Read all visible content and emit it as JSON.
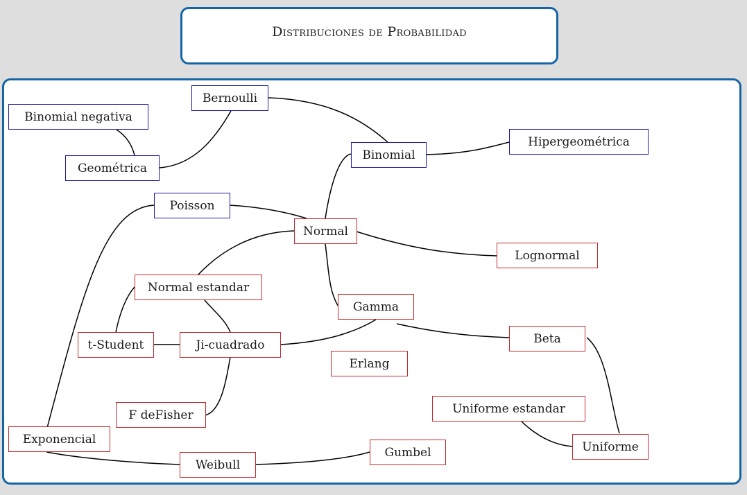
{
  "title": "Distribuciones de Probabilidad",
  "colors": {
    "frame": "#1565a6",
    "discrete": "#1a1aa0",
    "continuous": "#c0282a"
  },
  "nodes": {
    "bernoulli": "Bernoulli",
    "binomial_negativa": "Binomial negativa",
    "geometrica": "Geométrica",
    "binomial": "Binomial",
    "hipergeometrica": "Hipergeométrica",
    "poisson": "Poisson",
    "normal": "Normal",
    "lognormal": "Lognormal",
    "normal_estandar": "Normal estandar",
    "gamma": "Gamma",
    "t_student": "t-Student",
    "ji_cuadrado": "Ji-cuadrado",
    "beta": "Beta",
    "erlang": "Erlang",
    "uniforme_estandar": "Uniforme estandar",
    "f_defisher": "F deFisher",
    "exponencial": "Exponencial",
    "uniforme": "Uniforme",
    "gumbel": "Gumbel",
    "weibull": "Weibull"
  },
  "edges": [
    [
      "binomial_negativa",
      "geometrica"
    ],
    [
      "geometrica",
      "bernoulli"
    ],
    [
      "bernoulli",
      "binomial"
    ],
    [
      "binomial",
      "hipergeometrica"
    ],
    [
      "binomial",
      "normal"
    ],
    [
      "poisson",
      "normal"
    ],
    [
      "poisson",
      "exponencial"
    ],
    [
      "normal",
      "lognormal"
    ],
    [
      "normal",
      "normal_estandar"
    ],
    [
      "normal",
      "gamma"
    ],
    [
      "normal_estandar",
      "t_student"
    ],
    [
      "normal_estandar",
      "ji_cuadrado"
    ],
    [
      "t_student",
      "ji_cuadrado"
    ],
    [
      "ji_cuadrado",
      "gamma"
    ],
    [
      "ji_cuadrado",
      "f_defisher"
    ],
    [
      "gamma",
      "beta"
    ],
    [
      "beta",
      "uniforme"
    ],
    [
      "uniforme_estandar",
      "uniforme"
    ],
    [
      "exponencial",
      "weibull"
    ],
    [
      "weibull",
      "gumbel"
    ]
  ]
}
